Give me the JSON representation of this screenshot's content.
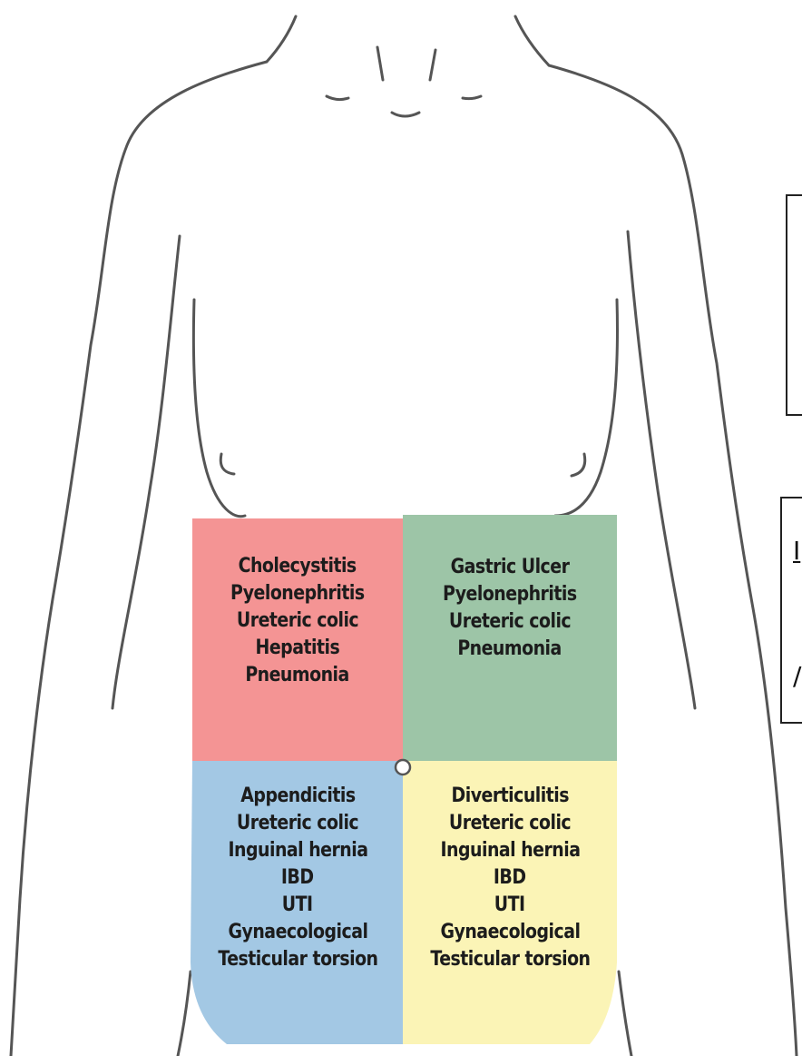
{
  "colors": {
    "right_upper_quadrant": "#f49494",
    "left_upper_quadrant": "#9dc5a7",
    "right_lower_quadrant": "#a3c8e4",
    "left_lower_quadrant": "#fbf4b6",
    "outline": "#555555"
  },
  "quadrants": {
    "right_upper": {
      "conditions": [
        "Cholecystitis",
        "Pyelonephritis",
        "Ureteric colic",
        "Hepatitis",
        "Pneumonia"
      ]
    },
    "left_upper": {
      "conditions": [
        "Gastric Ulcer",
        "Pyelonephritis",
        "Ureteric colic",
        "Pneumonia"
      ]
    },
    "right_lower": {
      "conditions": [
        "Appendicitis",
        "Ureteric colic",
        "Inguinal hernia",
        "IBD",
        "UTI",
        "Gynaecological",
        "Testicular torsion"
      ]
    },
    "left_lower": {
      "conditions": [
        "Diverticulitis",
        "Ureteric colic",
        "Inguinal hernia",
        "IBD",
        "UTI",
        "Gynaecological",
        "Testicular torsion"
      ]
    }
  },
  "navel_icon": "umbilicus-circle",
  "cropped_legend": {
    "fragments": [
      "I",
      "/"
    ]
  }
}
